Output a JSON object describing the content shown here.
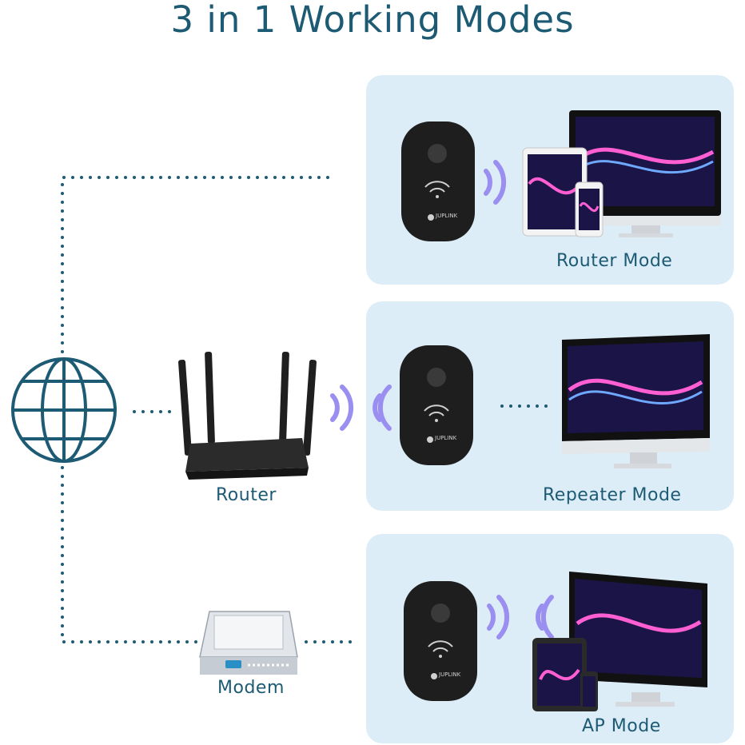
{
  "title": "3 in 1 Working Modes",
  "colors": {
    "line": "#1d5a73",
    "panel": "#dcedf8",
    "waves": "#9a8ff0"
  },
  "modes": [
    {
      "label": "Router Mode"
    },
    {
      "label": "Repeater Mode"
    },
    {
      "label": "AP Mode"
    }
  ],
  "devices": {
    "router_label": "Router",
    "modem_label": "Modem",
    "extender_brand": "JUPLINK"
  }
}
